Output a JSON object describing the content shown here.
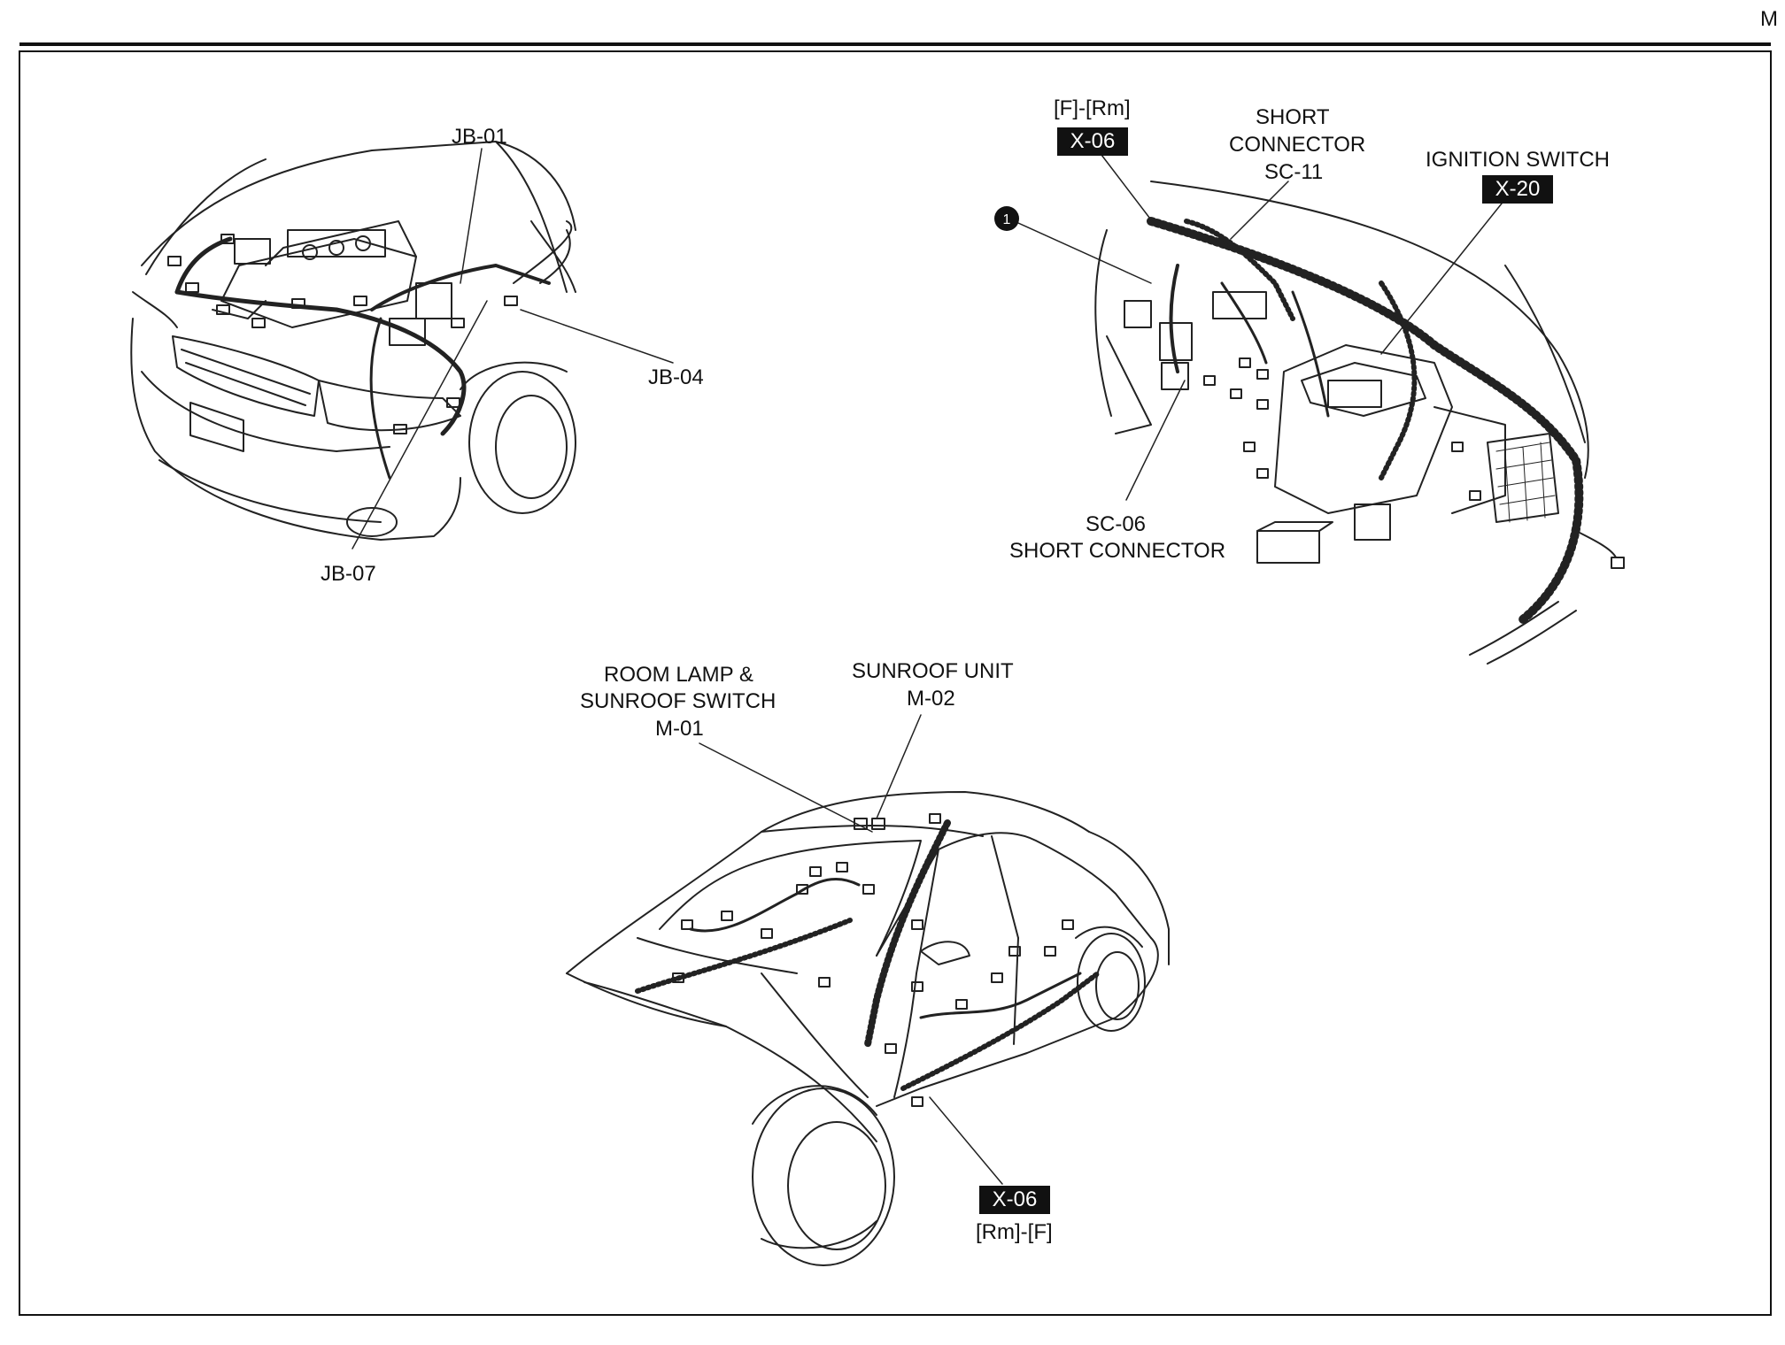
{
  "page": {
    "section_letter": "M"
  },
  "engine_bay": {
    "labels": [
      {
        "id": "jb01",
        "text": "JB-01"
      },
      {
        "id": "jb04",
        "text": "JB-04"
      },
      {
        "id": "jb07",
        "text": "JB-07"
      }
    ]
  },
  "dashboard": {
    "x06_top": {
      "route": "[F]-[Rm]",
      "code": "X-06"
    },
    "short_connector_sc11": [
      "SHORT",
      "CONNECTOR",
      "SC-11"
    ],
    "ignition_switch": {
      "name": "IGNITION SWITCH",
      "code": "X-20"
    },
    "callout_number": "1",
    "sc06": [
      "SC-06",
      "SHORT CONNECTOR"
    ]
  },
  "body": {
    "room_lamp": [
      "ROOM LAMP &",
      "SUNROOF SWITCH",
      "M-01"
    ],
    "sunroof_unit": [
      "SUNROOF UNIT",
      "M-02"
    ],
    "x06_bottom": {
      "code": "X-06",
      "route": "[Rm]-[F]"
    }
  }
}
